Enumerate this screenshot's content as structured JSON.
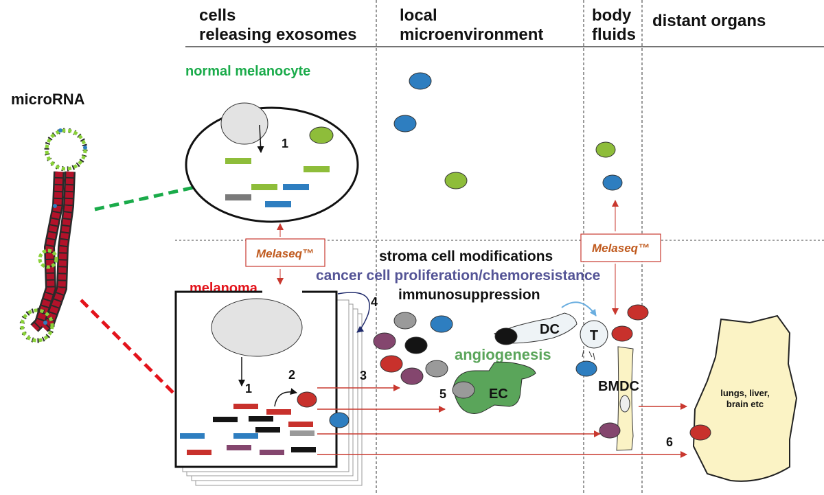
{
  "headers": {
    "col1_line1": "cells",
    "col1_line2": "releasing exosomes",
    "col2_line1": "local",
    "col2_line2": "microenvironment",
    "col3_line1": "body",
    "col3_line2": "fluids",
    "col4_line1": "distant organs"
  },
  "labels": {
    "microrna": "microRNA",
    "normal_melanocyte": "normal melanocyte",
    "melanoma": "melanoma",
    "melaseq": "Melaseq™",
    "stroma": "stroma cell modifications",
    "proliferation": "cancer cell proliferation/chemoresistance",
    "immunosuppression": "immunosuppression",
    "angiogenesis": "angiogenesis",
    "dc": "DC",
    "t_cell": "T",
    "ec": "EC",
    "bmdc": "BMDC",
    "organ_line1": "lungs, liver,",
    "organ_line2": "brain etc"
  },
  "steps": [
    "1",
    "2",
    "3",
    "4",
    "5",
    "6",
    "1"
  ],
  "colors": {
    "green_label": "#1aab4a",
    "red_label": "#e3131b",
    "blue_label": "#545496",
    "angio_green": "#5aa55a",
    "melaseq_text": "#c05a1e",
    "arrow_red": "#c9382f",
    "exo_blue": "#2e7ec0",
    "exo_green": "#8ebd3a",
    "exo_red": "#c8312c",
    "exo_purple": "#84466e",
    "exo_gray": "#9a9a9a",
    "exo_black": "#141414",
    "organ_fill": "#fbf3c5"
  }
}
